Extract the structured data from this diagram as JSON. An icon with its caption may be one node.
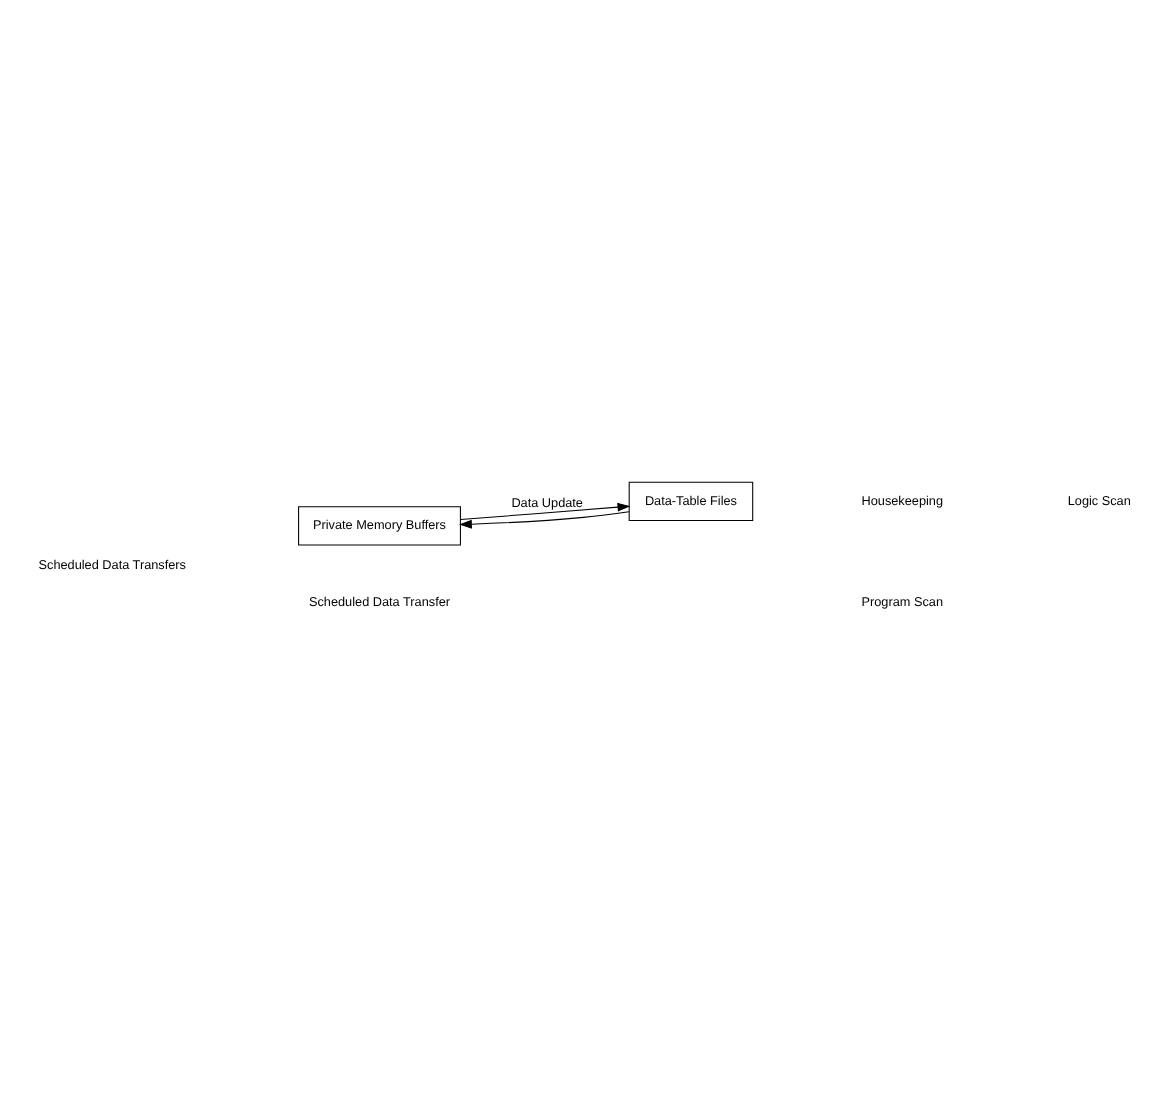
{
  "diagram": {
    "nodes": [
      {
        "text": [
          "Private Memory Buffers"
        ]
      },
      {
        "text": [
          "Data-Table Files"
        ]
      }
    ],
    "edges": [
      {
        "from": 1,
        "to": 0,
        "arrow": "to"
      },
      {
        "from": 0,
        "to": 1,
        "arrow": "to",
        "label": "Data Update"
      }
    ],
    "labels": [
      "Scheduled Data Transfers",
      "Housekeeping",
      "Logic Scan",
      "Scheduled Data Transfer",
      "Program Scan"
    ]
  }
}
